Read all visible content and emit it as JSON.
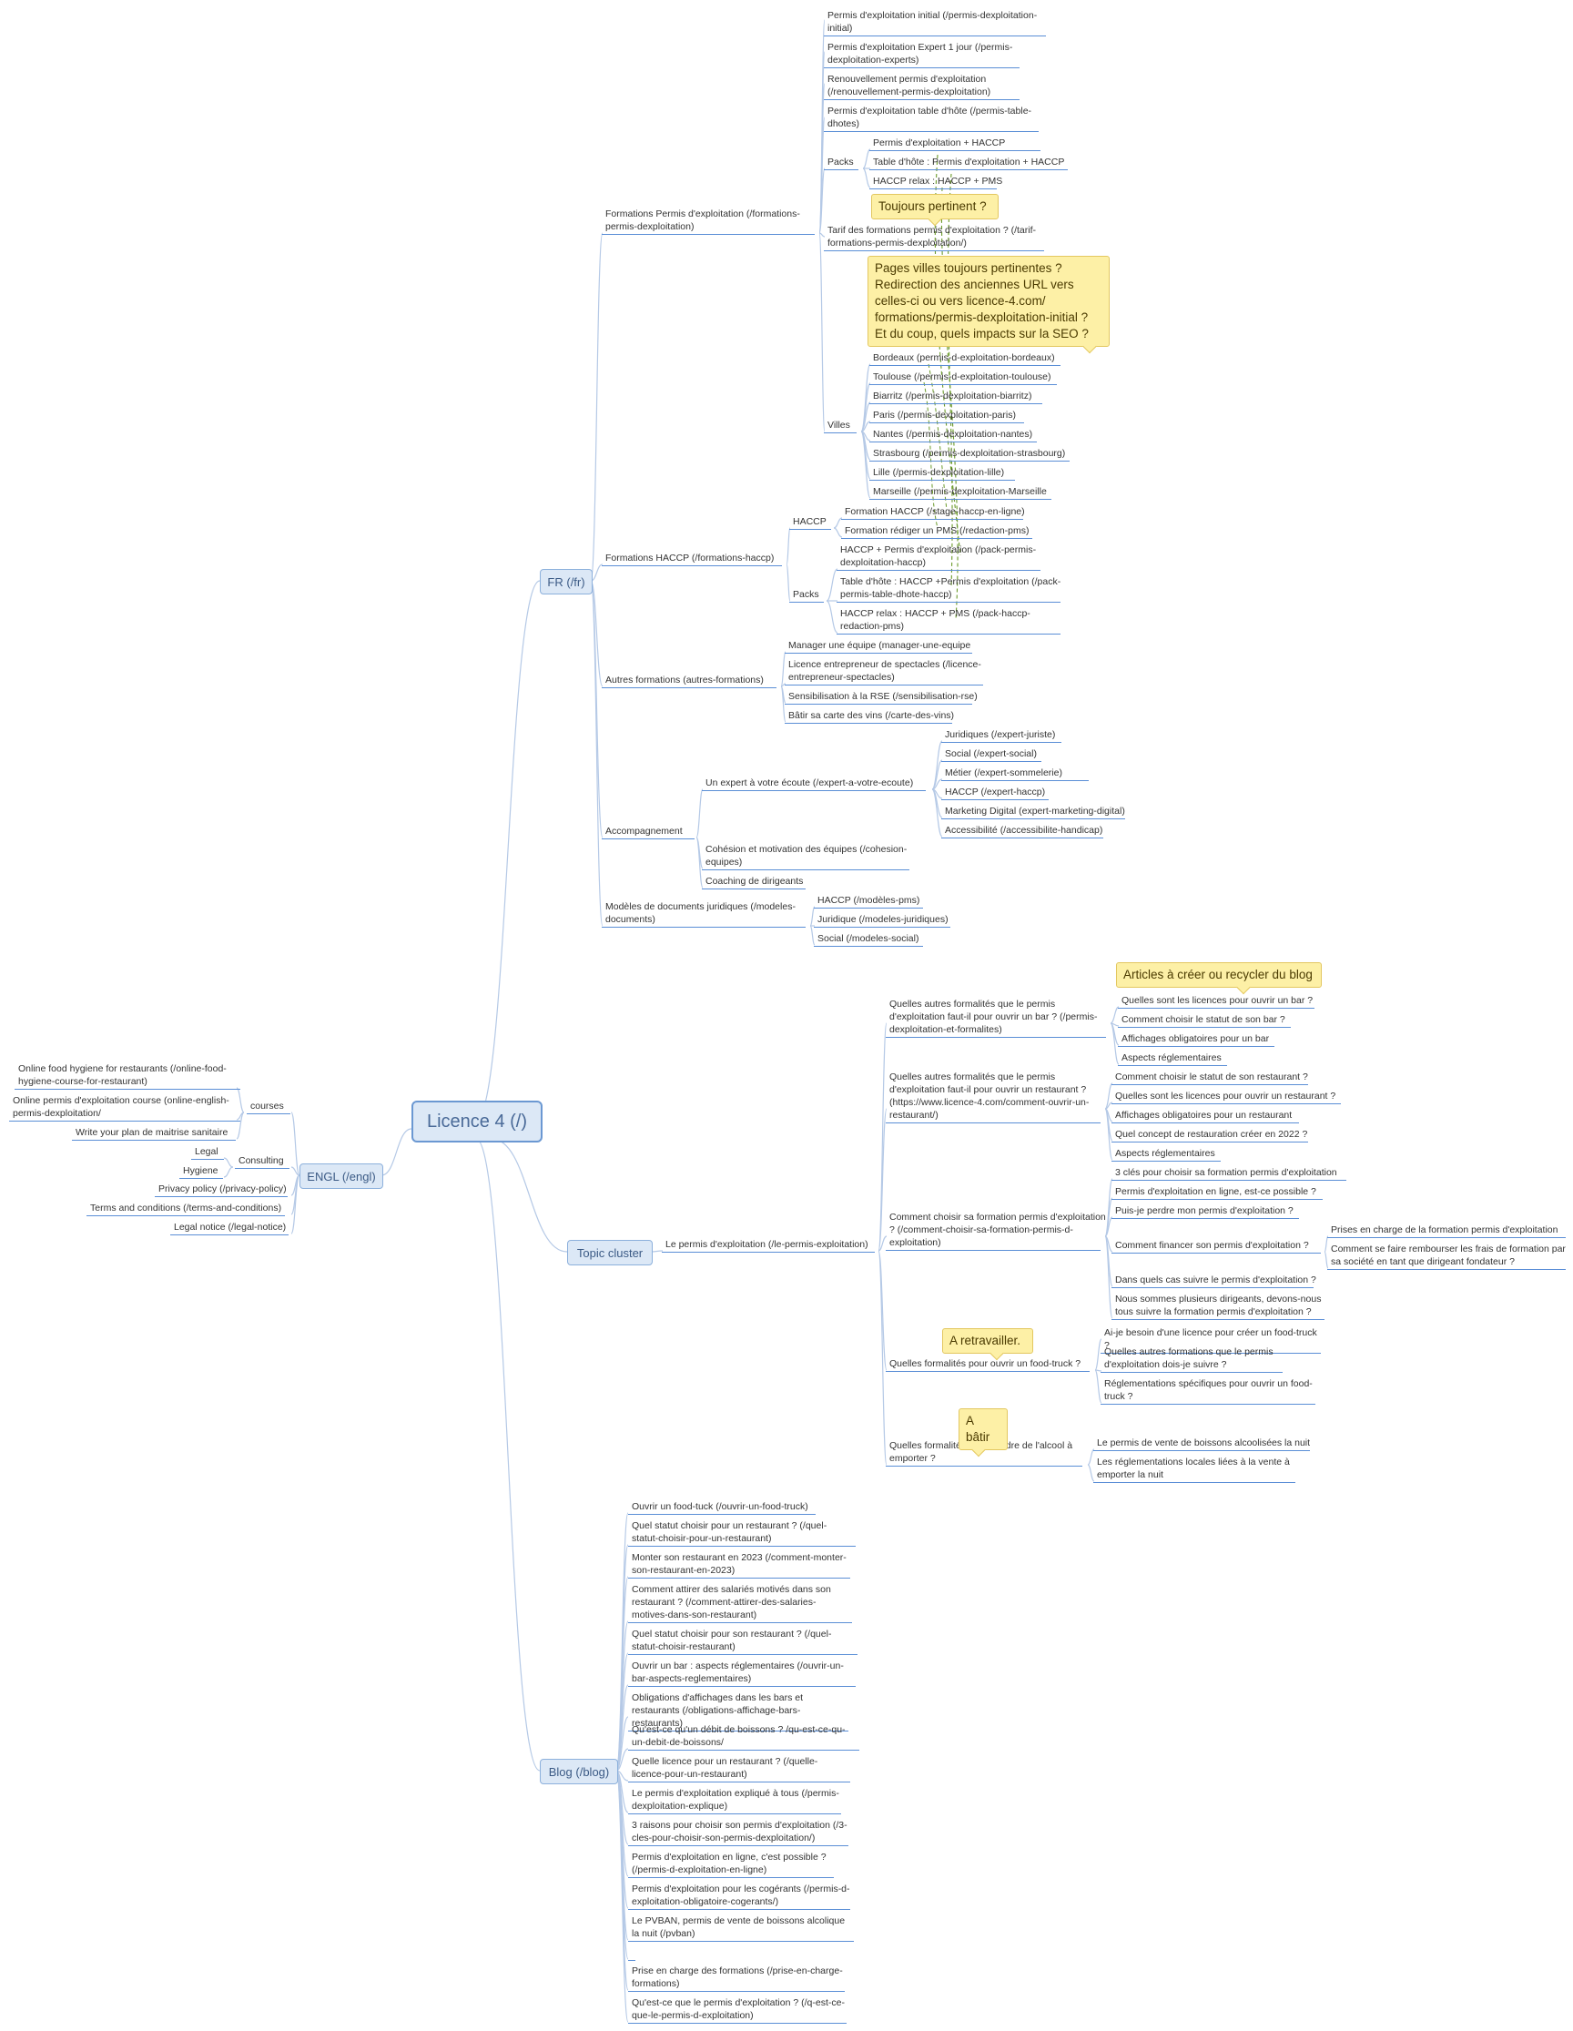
{
  "root": {
    "label": "Licence 4 (/)"
  },
  "branches": {
    "fr": "FR (/fr)",
    "engl": "ENGL (/engl)",
    "topic": "Topic cluster",
    "blog": "Blog (/blog)"
  },
  "fr": {
    "formations_pe": "Formations  Permis d'exploitation (/formations-permis-dexploitation)",
    "pe_items": [
      "Permis d'exploitation initial (/permis-dexploitation-initial)",
      "Permis d'exploitation Expert 1 jour (/permis-dexploitation-experts)",
      "Renouvellement permis d'exploitation (/renouvellement-permis-dexploitation)",
      "Permis d'exploitation table d'hôte (/permis-table-dhotes)"
    ],
    "packs_label": "Packs",
    "packs_items": [
      "Permis d'exploitation + HACCP",
      "Table d'hôte : Permis d'exploitation + HACCP",
      "HACCP relax : HACCP + PMS"
    ],
    "tarif": "Tarif des formations permis d'exploitation ? (/tarif-formations-permis-dexploitation/)",
    "villes_label": "Villes",
    "villes": [
      "Bordeaux (permis-d-exploitation-bordeaux)",
      "Toulouse (/permis-d-exploitation-toulouse)",
      "Biarritz (/permis-dexploitation-biarritz)",
      "Paris (/permis-dexploitation-paris)",
      "Nantes (/permis-dexploitation-nantes)",
      "Strasbourg (/permis-dexploitation-strasbourg)",
      "Lille (/permis-dexploitation-lille)",
      "Marseille (/permis-dexploitation-Marseille"
    ],
    "formations_haccp": "Formations HACCP (/formations-haccp)",
    "haccp_label": "HACCP",
    "haccp_items": [
      "Formation HACCP (/stage-haccp-en-ligne)",
      "Formation rédiger un PMS (/redaction-pms)"
    ],
    "haccp_packs_label": "Packs",
    "haccp_packs": [
      "HACCP + Permis d'exploitation (/pack-permis-dexploitation-haccp)",
      "Table d'hôte : HACCP +Permis d'exploitation (/pack-permis-table-dhote-haccp)",
      "HACCP relax : HACCP + PMS (/pack-haccp-redaction-pms)"
    ],
    "autres": "Autres formations (autres-formations)",
    "autres_items": [
      "Manager une équipe (manager-une-equipe",
      "Licence entrepreneur de spectacles (/licence-entrepreneur-spectacles)",
      "Sensibilisation à la RSE (/sensibilisation-rse)",
      "Bâtir sa carte des vins (/carte-des-vins)"
    ],
    "accompagnement": "Accompagnement",
    "expert": "Un expert à votre écoute (/expert-a-votre-ecoute)",
    "expert_items": [
      "Juridiques  (/expert-juriste)",
      "Social  (/expert-social)",
      "Métier (/expert-sommelerie)",
      "HACCP  (/expert-haccp)",
      "Marketing Digital (expert-marketing-digital)",
      "Accessibilité (/accessibilite-handicap)"
    ],
    "cohesion": "Cohésion et motivation des équipes (/cohesion-equipes)",
    "coaching": "Coaching de dirigeants",
    "modeles": "Modèles de documents juridiques (/modeles-documents)",
    "modeles_items": [
      "HACCP (/modèles-pms)",
      "Juridique (/modeles-juridiques)",
      "Social (/modeles-social)"
    ]
  },
  "engl": {
    "courses": "courses",
    "course_items": [
      "Online food hygiene for restaurants (/online-food-hygiene-course-for-restaurant)",
      "Online permis d'exploitation course (online-english-permis-dexploitation/",
      "Write your plan de maitrise sanitaire"
    ],
    "consulting": "Consulting",
    "consulting_items": [
      "Legal",
      "Hygiene"
    ],
    "privacy": "Privacy policy (/privacy-policy)",
    "terms": "Terms and conditions (/terms-and-conditions)",
    "legal_notice": "Legal notice (/legal-notice)"
  },
  "topic": {
    "pillar": "Le permis d'exploitation (/le-permis-exploitation)",
    "q_bar": "Quelles autres formalités que le permis d'exploitation faut-il pour ouvrir un bar ? (/permis-dexploitation-et-formalites)",
    "bar_items": [
      "Quelles sont les licences pour ouvrir un bar ?",
      "Comment choisir le statut de son bar ?",
      "Affichages obligatoires pour un bar",
      "Aspects réglementaires"
    ],
    "q_resto": "Quelles autres formalités que le permis d'exploitation faut-il pour ouvrir un restaurant ? (https://www.licence-4.com/comment-ouvrir-un-restaurant/)",
    "resto_items": [
      "Comment choisir le statut de son restaurant ?",
      "Quelles sont les licences pour ouvrir un restaurant ?",
      "Affichages obligatoires pour un restaurant",
      "Quel concept de restauration créer en 2022 ?",
      "Aspects réglementaires"
    ],
    "q_choisir": "Comment choisir sa formation permis d'exploitation ? (/comment-choisir-sa-formation-permis-d-exploitation)",
    "choisir_items": [
      "3 clés pour choisir sa formation permis d'exploitation",
      "Permis d'exploitation en ligne, est-ce possible ?",
      "Puis-je perdre mon permis d'exploitation  ?",
      "Comment financer son permis d'exploitation ?",
      "Dans quels cas suivre le permis d'exploitation ?",
      "Nous sommes plusieurs dirigeants, devons-nous tous suivre la formation permis d'exploitation ?"
    ],
    "financer_items": [
      "Prises en charge de la formation permis d'exploitation",
      "Comment se faire rembourser les frais de formation par sa société en tant que dirigeant fondateur ?"
    ],
    "q_foodtruck": "Quelles formalités pour ouvrir un food-truck ?",
    "foodtruck_items": [
      "Ai-je besoin d'une licence pour créer un food-truck ?",
      "Quelles autres formations que le permis d'exploitation dois-je suivre ?",
      "Réglementations spécifiques pour ouvrir un food-truck ?"
    ],
    "q_alcool": "Quelles formalités pour vendre de l'alcool à emporter ?",
    "alcool_items": [
      "Le permis de vente de boissons alcoolisées la nuit",
      "Les réglementations locales liées à la vente à emporter la nuit"
    ]
  },
  "blog": {
    "items": [
      "Ouvrir un food-tuck (/ouvrir-un-food-truck)",
      "Quel statut choisir pour un restaurant ? (/quel-statut-choisir-pour-un-restaurant)",
      "Monter son restaurant en 2023 (/comment-monter-son-restaurant-en-2023)",
      "Comment attirer des salariés motivés dans son restaurant ? (/comment-attirer-des-salaries-motives-dans-son-restaurant)",
      "Quel statut choisir pour son restaurant ? (/quel-statut-choisir-restaurant)",
      "Ouvrir un bar : aspects réglementaires (/ouvrir-un-bar-aspects-reglementaires)",
      "Obligations d'affichages dans les bars et restaurants (/obligations-affichage-bars-restaurants)",
      "Qu'est-ce qu'un débit de boissons ? /qu-est-ce-qu-un-debit-de-boissons/",
      "Quelle licence pour un restaurant ? (/quelle-licence-pour-un-restaurant)",
      "Le permis d'exploitation expliqué à tous (/permis-dexploitation-explique)",
      "3 raisons pour choisir son permis d'exploitation (/3-cles-pour-choisir-son-permis-dexploitation/)",
      "Permis d'exploitation en ligne, c'est possible ? (/permis-d-exploitation-en-ligne)",
      "Permis d'exploitation pour les cogérants (/permis-d-exploitation-obligatoire-cogerants/)",
      "Le PVBAN, permis de vente de boissons alcolique la nuit (/pvban)",
      "",
      "Prise en charge des formations (/prise-en-charge-formations)",
      "Qu'est-ce que le permis d'exploitation ? (/q-est-ce-que-le-permis-d-exploitation)"
    ]
  },
  "callouts": {
    "toujours": "Toujours pertinent ?",
    "villes": "Pages villes toujours pertinentes ? Redirection des anciennes URL vers celles-ci ou vers licence-4.com/ formations/permis-dexploitation-initial ? Et du coup, quels impacts sur la SEO ?",
    "articles": "Articles à créer ou recycler du blog",
    "retravailler": "A retravailler.",
    "batir": "A bâtir"
  },
  "colors": {
    "line": "#5a8ed6",
    "connector": "#b5c9e6",
    "box_fill": "#dce8f6",
    "callout_fill": "#fdf0a6",
    "relation": "#6b9a2a"
  }
}
